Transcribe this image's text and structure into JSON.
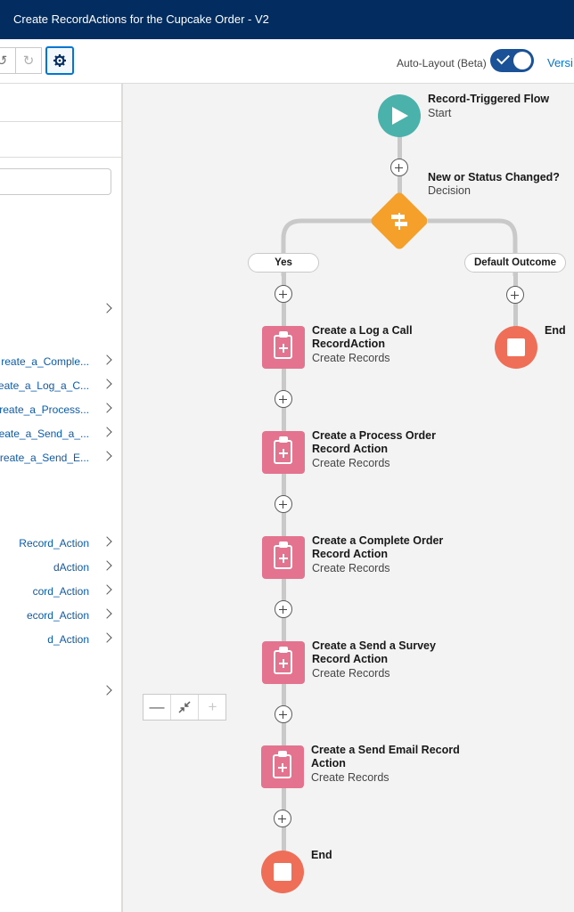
{
  "header": {
    "title": "Create RecordActions for the Cupcake Order - V2"
  },
  "toolbar": {
    "undo_icon": "undo-icon",
    "redo_icon": "redo-icon",
    "settings_icon": "gear-icon",
    "autolayout_label": "Auto-Layout (Beta)",
    "autolayout_on": true,
    "version_label": "Versi"
  },
  "left_panel": {
    "group1": [
      "reate_a_Comple...",
      "reate_a_Log_a_C...",
      "reate_a_Process...",
      "reate_a_Send_a_...",
      "reate_a_Send_E..."
    ],
    "group2": [
      "Record_Action",
      "dAction",
      "cord_Action",
      "ecord_Action",
      "d_Action"
    ]
  },
  "flow": {
    "start": {
      "title": "Record-Triggered Flow",
      "subtitle": "Start"
    },
    "decision": {
      "title": "New or Status Changed?",
      "subtitle": "Decision"
    },
    "outcomes": {
      "yes": "Yes",
      "default": "Default Outcome"
    },
    "default_end": "End",
    "records": [
      {
        "title": "Create a Log a Call RecordAction",
        "subtitle": "Create Records"
      },
      {
        "title": "Create a Process Order Record Action",
        "subtitle": "Create Records"
      },
      {
        "title": "Create a Complete Order Record Action",
        "subtitle": "Create Records"
      },
      {
        "title": "Create a Send a Survey Record Action",
        "subtitle": "Create Records"
      },
      {
        "title": "Create a Send Email Record Action",
        "subtitle": "Create Records"
      }
    ],
    "final_end": "End"
  },
  "colors": {
    "header": "#032d60",
    "start": "#4bb2ab",
    "decision": "#f4a02b",
    "record": "#e3738f",
    "end": "#ef6e57",
    "toggle": "#1b5297"
  }
}
